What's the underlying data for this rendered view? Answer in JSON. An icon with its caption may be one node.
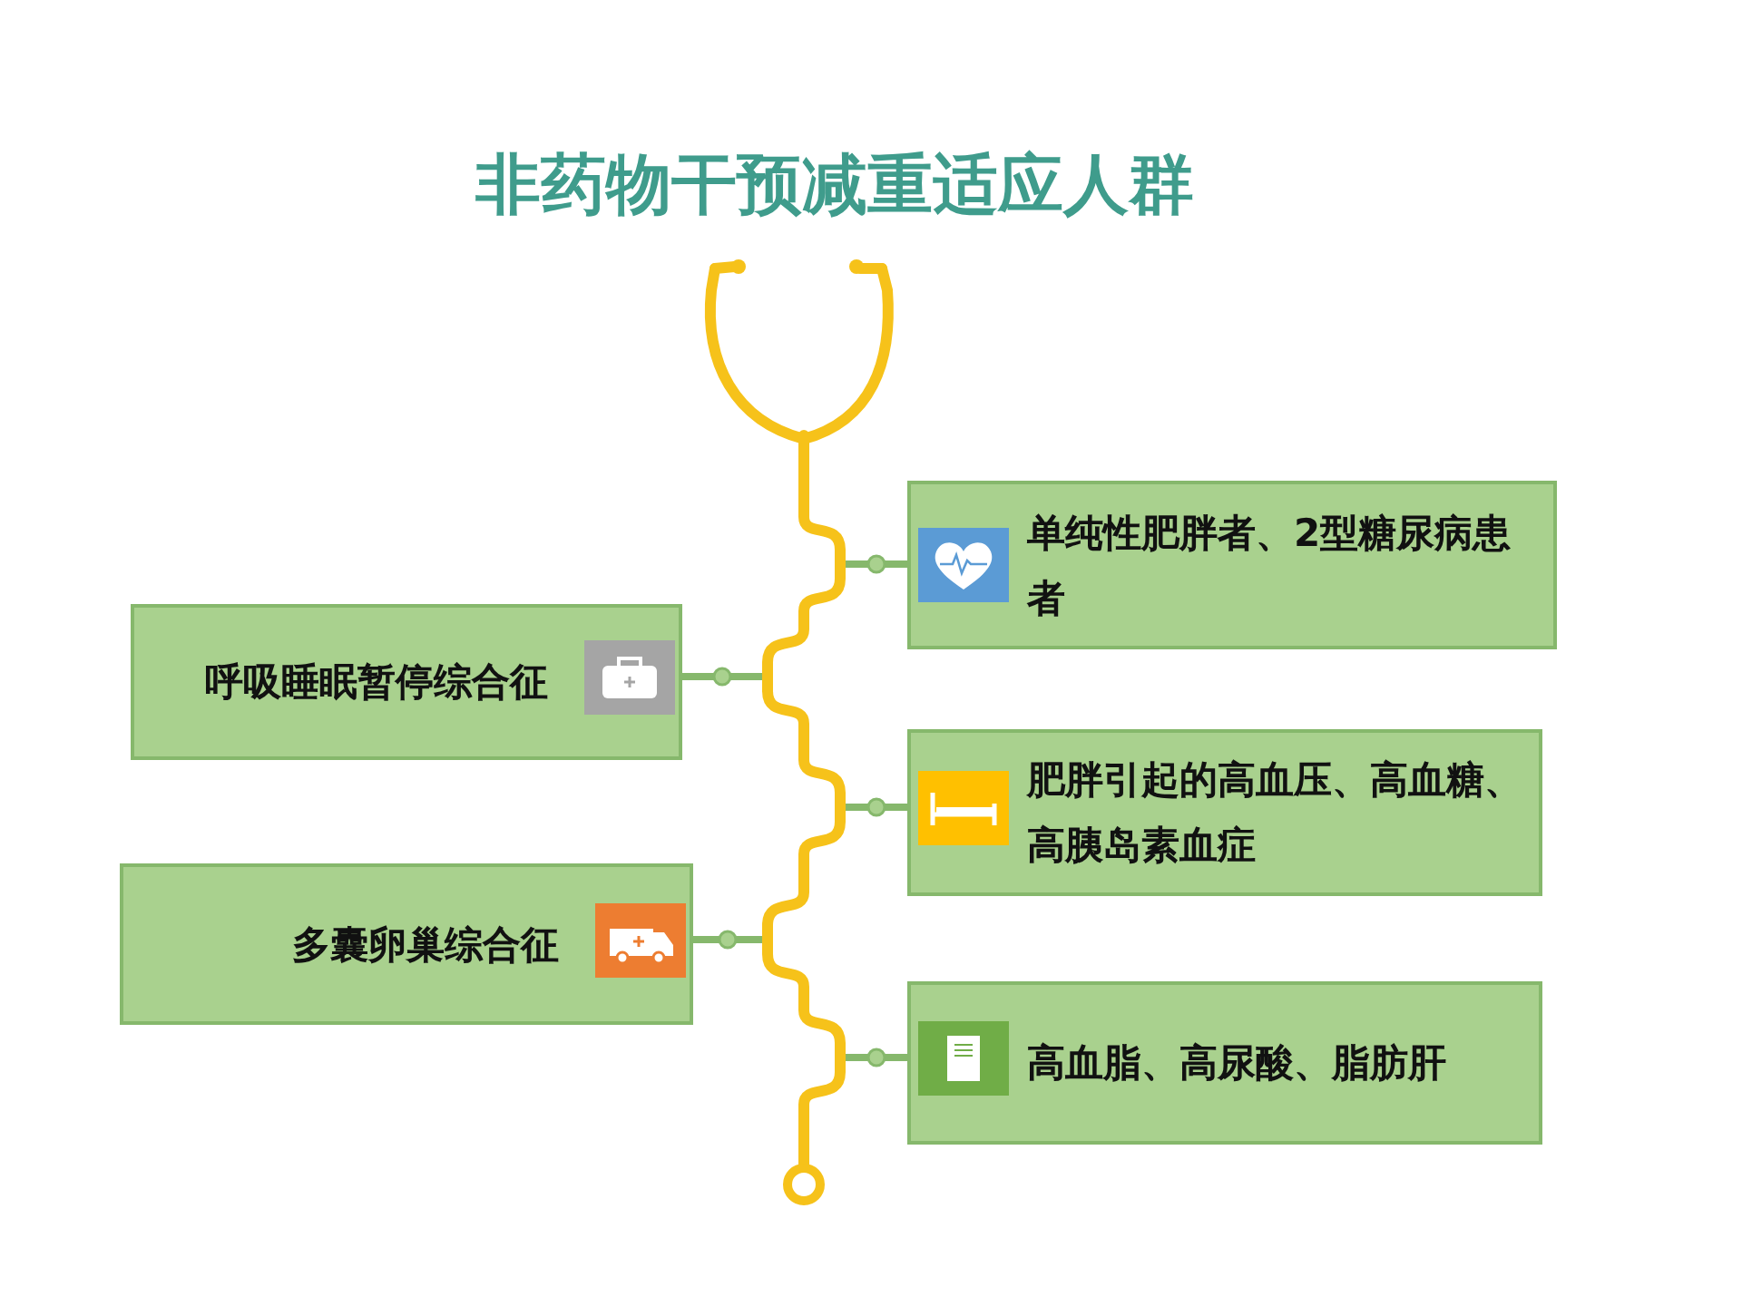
{
  "diagram": {
    "title": "非药物干预减重适应人群",
    "nodes": [
      {
        "text": [],
        "shape": "picture"
      },
      {
        "text": [
          "单纯性肥胖者、2型糖尿病患者"
        ]
      },
      {
        "text": [
          "呼吸睡眠暂停综合征"
        ]
      },
      {
        "text": [
          "肥胖引起的高血压、高血糖、高胰岛素血症"
        ]
      },
      {
        "text": [
          "多囊卵巢综合征"
        ]
      },
      {
        "text": [
          "高血脂、高尿酸、脂肪肝"
        ]
      }
    ],
    "edges": [
      {
        "from": 0,
        "to": 1,
        "arrow": "none"
      },
      {
        "from": 0,
        "to": 2,
        "arrow": "none"
      },
      {
        "from": 0,
        "to": 3,
        "arrow": "none"
      },
      {
        "from": 0,
        "to": 4,
        "arrow": "none"
      },
      {
        "from": 0,
        "to": 5,
        "arrow": "none"
      }
    ]
  }
}
